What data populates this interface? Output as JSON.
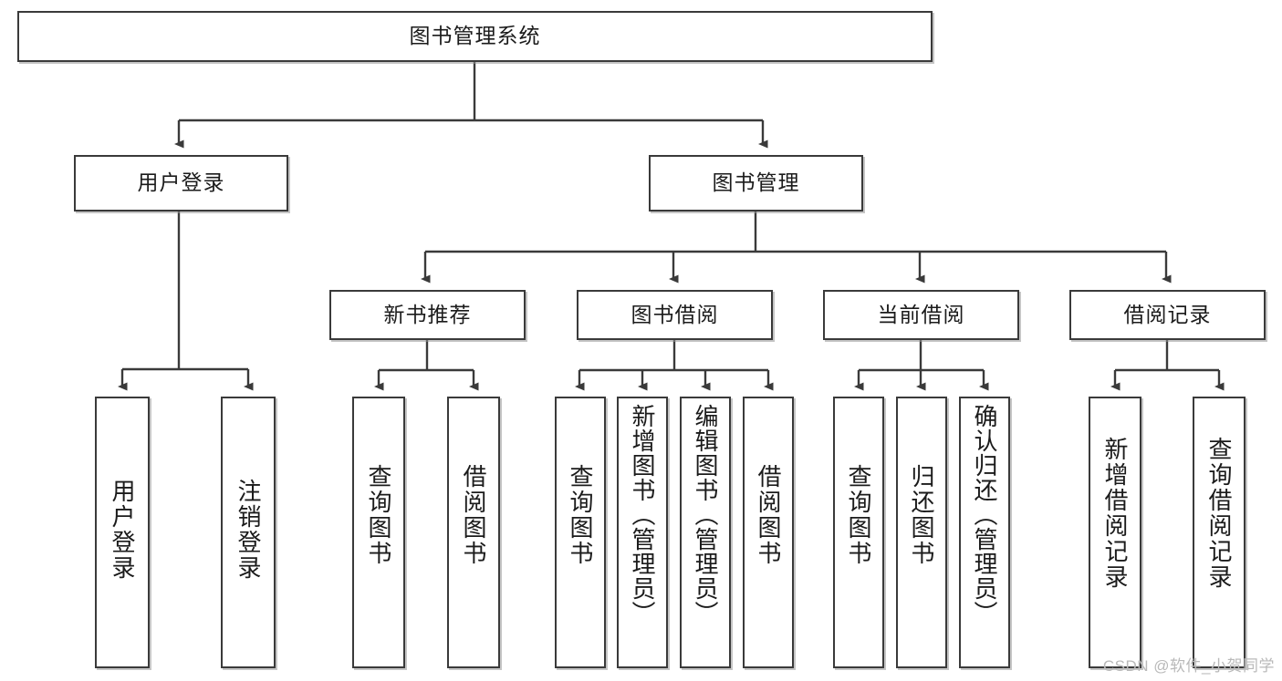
{
  "diagram": {
    "title": "图书管理系统",
    "type": "hierarchy-tree",
    "root": {
      "label": "图书管理系统"
    },
    "level2": [
      {
        "label": "用户登录"
      },
      {
        "label": "图书管理"
      }
    ],
    "level3": [
      {
        "label": "新书推荐"
      },
      {
        "label": "图书借阅"
      },
      {
        "label": "当前借阅"
      },
      {
        "label": "借阅记录"
      }
    ],
    "leaves": {
      "user_login": [
        {
          "label": "用户登录"
        },
        {
          "label": "注销登录"
        }
      ],
      "new_book_recommend": [
        {
          "label": "查询图书"
        },
        {
          "label": "借阅图书"
        }
      ],
      "book_borrow": [
        {
          "label": "查询图书"
        },
        {
          "label": "新增图书（管理员）"
        },
        {
          "label": "编辑图书（管理员）"
        },
        {
          "label": "借阅图书"
        }
      ],
      "current_borrow": [
        {
          "label": "查询图书"
        },
        {
          "label": "归还图书"
        },
        {
          "label": "确认归还（管理员）"
        }
      ],
      "borrow_record": [
        {
          "label": "新增借阅记录"
        },
        {
          "label": "查询借阅记录"
        }
      ]
    }
  },
  "watermark": {
    "text": "CSDN @软件_小贺同学"
  },
  "colors": {
    "stroke": "#3a3a3a",
    "fill": "#ffffff",
    "text": "#1b1b1b",
    "shadow": "#969696",
    "watermark": "#b9b9b9"
  }
}
